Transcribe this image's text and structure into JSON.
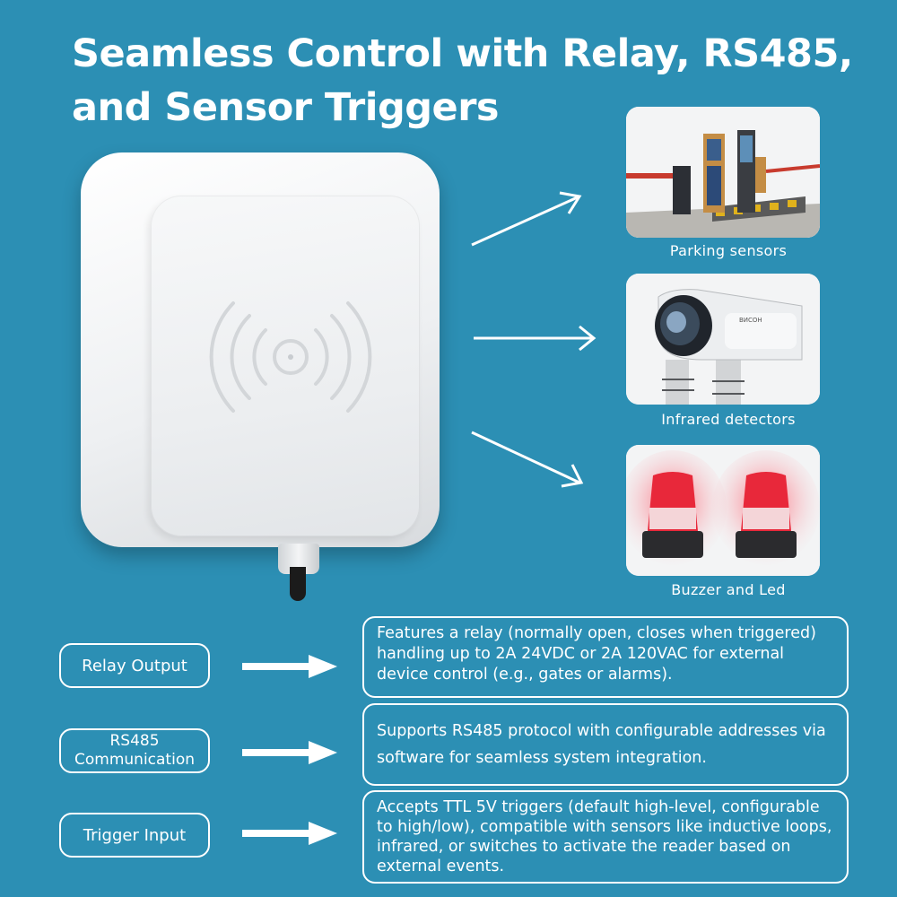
{
  "title": {
    "line1": "Seamless Control with Relay, RS485,",
    "line2": "and Sensor Triggers"
  },
  "applications": [
    {
      "label": "Parking sensors",
      "icon": "parking-gate-image"
    },
    {
      "label": "Infrared detectors",
      "icon": "camera-image"
    },
    {
      "label": "Buzzer and Led",
      "icon": "warning-light-image"
    }
  ],
  "features": [
    {
      "name": "Relay Output",
      "description": "Features a relay (normally open, closes when triggered) handling up to 2A 24VDC or 2A 120VAC for external device control (e.g., gates or alarms)."
    },
    {
      "name_line1": "RS485",
      "name_line2": "Communication",
      "description": "Supports RS485 protocol with configurable addresses via software for seamless system integration."
    },
    {
      "name": "Trigger Input",
      "description": "Accepts TTL 5V triggers (default high-level, configurable to high/low), compatible with sensors like inductive loops, infrared, or switches to activate the reader based on external events."
    }
  ],
  "colors": {
    "background": "#2c8fb4",
    "text": "#ffffff",
    "led_red": "#e8283a"
  }
}
